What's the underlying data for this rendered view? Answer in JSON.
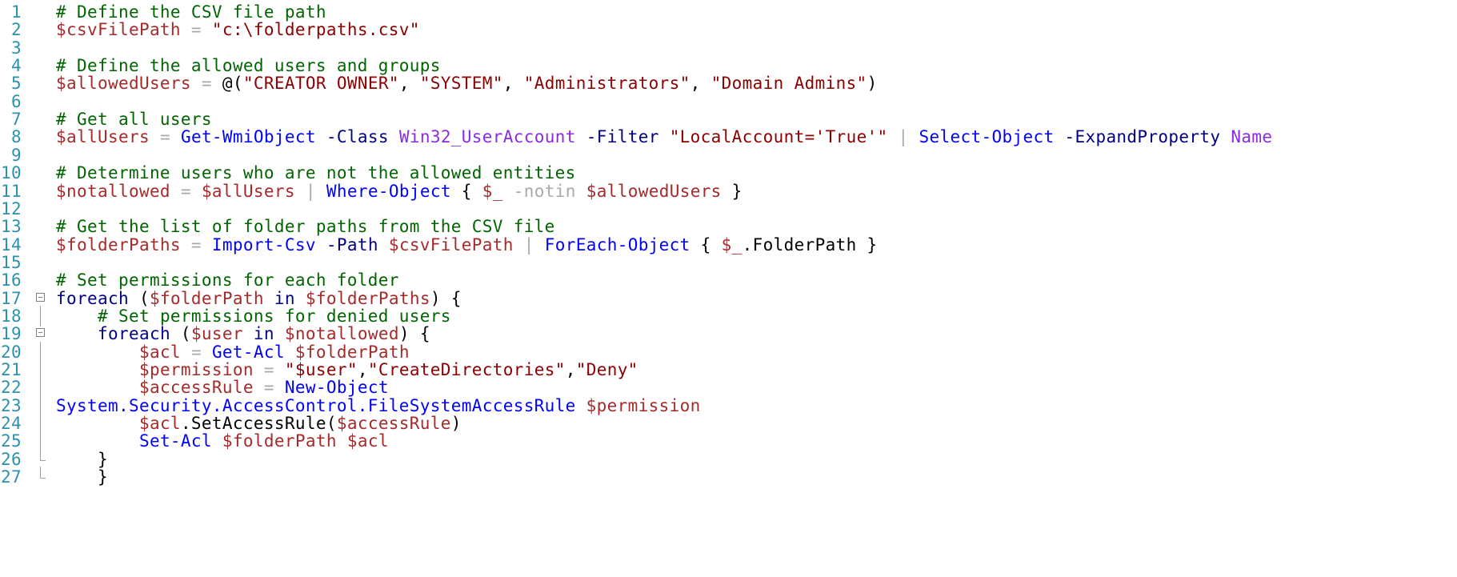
{
  "colors": {
    "line_number": "#2b91af",
    "comment": "#006400",
    "variable": "#a52a2a",
    "operator": "#a9a9a9",
    "string": "#8b0000",
    "command": "#0000ff",
    "parameter": "#000080",
    "type": "#8a2be2",
    "keyword": "#00008b",
    "plain": "#000000"
  },
  "lines": [
    {
      "n": "1",
      "fold": "",
      "tokens": [
        [
          "comment",
          "# Define the CSV file path"
        ]
      ]
    },
    {
      "n": "2",
      "fold": "",
      "tokens": [
        [
          "var",
          "$csvFilePath"
        ],
        [
          "plain",
          " "
        ],
        [
          "op",
          "="
        ],
        [
          "plain",
          " "
        ],
        [
          "str",
          "\"c:\\folderpaths.csv\""
        ]
      ]
    },
    {
      "n": "3",
      "fold": "",
      "tokens": []
    },
    {
      "n": "4",
      "fold": "",
      "tokens": [
        [
          "comment",
          "# Define the allowed users and groups"
        ]
      ]
    },
    {
      "n": "5",
      "fold": "",
      "tokens": [
        [
          "var",
          "$allowedUsers"
        ],
        [
          "plain",
          " "
        ],
        [
          "op",
          "="
        ],
        [
          "plain",
          " @("
        ],
        [
          "str",
          "\"CREATOR OWNER\""
        ],
        [
          "plain",
          ", "
        ],
        [
          "str",
          "\"SYSTEM\""
        ],
        [
          "plain",
          ", "
        ],
        [
          "str",
          "\"Administrators\""
        ],
        [
          "plain",
          ", "
        ],
        [
          "str",
          "\"Domain Admins\""
        ],
        [
          "plain",
          ")"
        ]
      ]
    },
    {
      "n": "6",
      "fold": "",
      "tokens": []
    },
    {
      "n": "7",
      "fold": "",
      "tokens": [
        [
          "comment",
          "# Get all users"
        ]
      ]
    },
    {
      "n": "8",
      "fold": "",
      "tokens": [
        [
          "var",
          "$allUsers"
        ],
        [
          "plain",
          " "
        ],
        [
          "op",
          "="
        ],
        [
          "plain",
          " "
        ],
        [
          "cmd",
          "Get-WmiObject"
        ],
        [
          "plain",
          " "
        ],
        [
          "param",
          "-Class"
        ],
        [
          "plain",
          " "
        ],
        [
          "type",
          "Win32_UserAccount"
        ],
        [
          "plain",
          " "
        ],
        [
          "param",
          "-Filter"
        ],
        [
          "plain",
          " "
        ],
        [
          "str",
          "\"LocalAccount='True'\""
        ],
        [
          "plain",
          " "
        ],
        [
          "op",
          "|"
        ],
        [
          "plain",
          " "
        ],
        [
          "cmd",
          "Select-Object"
        ],
        [
          "plain",
          " "
        ],
        [
          "param",
          "-ExpandProperty"
        ],
        [
          "plain",
          " "
        ],
        [
          "type",
          "Name"
        ]
      ]
    },
    {
      "n": "9",
      "fold": "",
      "tokens": []
    },
    {
      "n": "10",
      "fold": "",
      "tokens": [
        [
          "comment",
          "# Determine users who are not the allowed entities"
        ]
      ]
    },
    {
      "n": "11",
      "fold": "",
      "tokens": [
        [
          "var",
          "$notallowed"
        ],
        [
          "plain",
          " "
        ],
        [
          "op",
          "="
        ],
        [
          "plain",
          " "
        ],
        [
          "var",
          "$allUsers"
        ],
        [
          "plain",
          " "
        ],
        [
          "op",
          "|"
        ],
        [
          "plain",
          " "
        ],
        [
          "cmd",
          "Where-Object"
        ],
        [
          "plain",
          " { "
        ],
        [
          "var",
          "$_"
        ],
        [
          "plain",
          " "
        ],
        [
          "op",
          "-notin"
        ],
        [
          "plain",
          " "
        ],
        [
          "var",
          "$allowedUsers"
        ],
        [
          "plain",
          " }"
        ]
      ]
    },
    {
      "n": "12",
      "fold": "",
      "tokens": []
    },
    {
      "n": "13",
      "fold": "",
      "tokens": [
        [
          "comment",
          "# Get the list of folder paths from the CSV file"
        ]
      ]
    },
    {
      "n": "14",
      "fold": "",
      "tokens": [
        [
          "var",
          "$folderPaths"
        ],
        [
          "plain",
          " "
        ],
        [
          "op",
          "="
        ],
        [
          "plain",
          " "
        ],
        [
          "cmd",
          "Import-Csv"
        ],
        [
          "plain",
          " "
        ],
        [
          "param",
          "-Path"
        ],
        [
          "plain",
          " "
        ],
        [
          "var",
          "$csvFilePath"
        ],
        [
          "plain",
          " "
        ],
        [
          "op",
          "|"
        ],
        [
          "plain",
          " "
        ],
        [
          "cmd",
          "ForEach-Object"
        ],
        [
          "plain",
          " { "
        ],
        [
          "var",
          "$_"
        ],
        [
          "plain",
          ".FolderPath }"
        ]
      ]
    },
    {
      "n": "15",
      "fold": "",
      "tokens": []
    },
    {
      "n": "16",
      "fold": "",
      "tokens": [
        [
          "comment",
          "# Set permissions for each folder"
        ]
      ]
    },
    {
      "n": "17",
      "fold": "box",
      "tokens": [
        [
          "kw",
          "foreach"
        ],
        [
          "plain",
          " ("
        ],
        [
          "var",
          "$folderPath"
        ],
        [
          "plain",
          " "
        ],
        [
          "kw",
          "in"
        ],
        [
          "plain",
          " "
        ],
        [
          "var",
          "$folderPaths"
        ],
        [
          "plain",
          ") {"
        ]
      ]
    },
    {
      "n": "18",
      "fold": "line",
      "tokens": [
        [
          "plain",
          "    "
        ],
        [
          "comment",
          "# Set permissions for denied users"
        ]
      ]
    },
    {
      "n": "19",
      "fold": "box",
      "tokens": [
        [
          "plain",
          "    "
        ],
        [
          "kw",
          "foreach"
        ],
        [
          "plain",
          " ("
        ],
        [
          "var",
          "$user"
        ],
        [
          "plain",
          " "
        ],
        [
          "kw",
          "in"
        ],
        [
          "plain",
          " "
        ],
        [
          "var",
          "$notallowed"
        ],
        [
          "plain",
          ") {"
        ]
      ]
    },
    {
      "n": "20",
      "fold": "line",
      "tokens": [
        [
          "plain",
          "        "
        ],
        [
          "var",
          "$acl"
        ],
        [
          "plain",
          " "
        ],
        [
          "op",
          "="
        ],
        [
          "plain",
          " "
        ],
        [
          "cmd",
          "Get-Acl"
        ],
        [
          "plain",
          " "
        ],
        [
          "var",
          "$folderPath"
        ]
      ]
    },
    {
      "n": "21",
      "fold": "line",
      "tokens": [
        [
          "plain",
          "        "
        ],
        [
          "var",
          "$permission"
        ],
        [
          "plain",
          " "
        ],
        [
          "op",
          "="
        ],
        [
          "plain",
          " "
        ],
        [
          "str",
          "\"$user\""
        ],
        [
          "plain",
          ","
        ],
        [
          "str",
          "\"CreateDirectories\""
        ],
        [
          "plain",
          ","
        ],
        [
          "str",
          "\"Deny\""
        ]
      ]
    },
    {
      "n": "22",
      "fold": "line",
      "tokens": [
        [
          "plain",
          "        "
        ],
        [
          "var",
          "$accessRule"
        ],
        [
          "plain",
          " "
        ],
        [
          "op",
          "="
        ],
        [
          "plain",
          " "
        ],
        [
          "cmd",
          "New-Object"
        ]
      ]
    },
    {
      "n": "23",
      "fold": "line",
      "tokens": [
        [
          "cmd",
          "System.Security.AccessControl.FileSystemAccessRule"
        ],
        [
          "plain",
          " "
        ],
        [
          "var",
          "$permission"
        ]
      ]
    },
    {
      "n": "24",
      "fold": "line",
      "tokens": [
        [
          "plain",
          "        "
        ],
        [
          "var",
          "$acl"
        ],
        [
          "plain",
          ".SetAccessRule("
        ],
        [
          "var",
          "$accessRule"
        ],
        [
          "plain",
          ")"
        ]
      ]
    },
    {
      "n": "25",
      "fold": "line",
      "tokens": [
        [
          "plain",
          "        "
        ],
        [
          "cmd",
          "Set-Acl"
        ],
        [
          "plain",
          " "
        ],
        [
          "var",
          "$folderPath"
        ],
        [
          "plain",
          " "
        ],
        [
          "var",
          "$acl"
        ]
      ]
    },
    {
      "n": "26",
      "fold": "end",
      "tokens": [
        [
          "plain",
          "    }"
        ]
      ]
    },
    {
      "n": "27",
      "fold": "end",
      "tokens": [
        [
          "plain",
          "    }"
        ]
      ]
    }
  ]
}
